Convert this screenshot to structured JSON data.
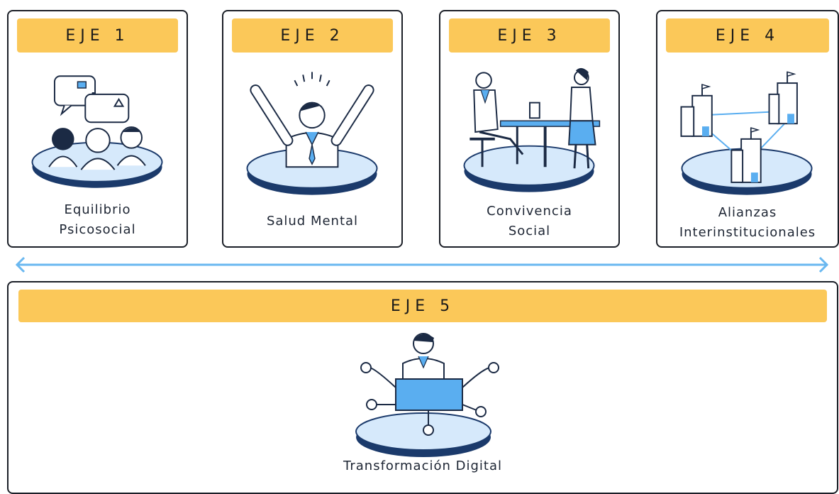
{
  "axes": [
    {
      "tag": "EJE 1",
      "caption_lines": [
        "Equilibrio",
        "Psicosocial"
      ],
      "icon": "people-discussion-icon"
    },
    {
      "tag": "EJE 2",
      "caption_lines": [
        "Salud Mental"
      ],
      "icon": "celebrating-person-icon"
    },
    {
      "tag": "EJE 3",
      "caption_lines": [
        "Convivencia",
        "Social"
      ],
      "icon": "people-at-table-icon"
    },
    {
      "tag": "EJE 4",
      "caption_lines": [
        "Alianzas",
        "Interinstitucionales"
      ],
      "icon": "connected-buildings-icon"
    }
  ],
  "axis5": {
    "tag": "EJE 5",
    "caption": "Transformación Digital",
    "icon": "digital-network-person-icon"
  },
  "colors": {
    "tag_bg": "#fbc859",
    "platform_fill": "#d6e9fb",
    "platform_edge": "#1b3a6b",
    "accent_blue": "#5aaef0",
    "arrow": "#6ab8f0"
  }
}
